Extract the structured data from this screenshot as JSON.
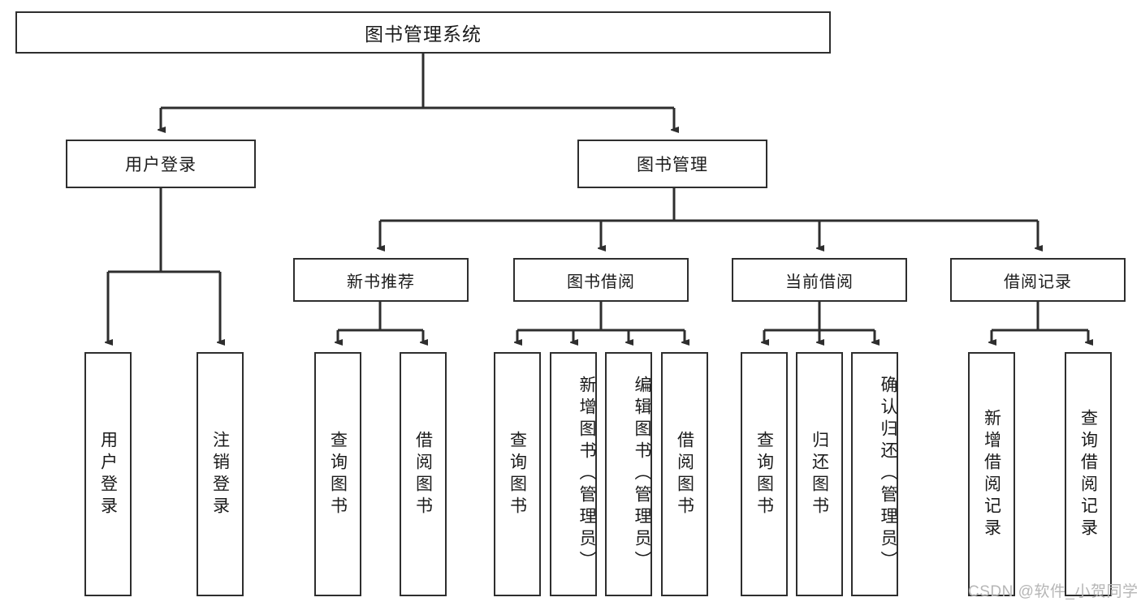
{
  "diagram": {
    "title": "图书管理系统",
    "type": "tree-hierarchy-diagram",
    "style": {
      "box_border_color": "#2e2e2e",
      "box_fill_color": "#ffffff",
      "connector_color": "#2e2e2e",
      "text_color": "#1b1b1b",
      "background": "#ffffff",
      "watermark_color": "#b6b6b6"
    },
    "root": {
      "label": "图书管理系统"
    },
    "level1": [
      {
        "label": "用户登录"
      },
      {
        "label": "图书管理"
      }
    ],
    "level2": [
      {
        "label": "新书推荐"
      },
      {
        "label": "图书借阅"
      },
      {
        "label": "当前借阅"
      },
      {
        "label": "借阅记录"
      }
    ],
    "leaves": {
      "user_login": [
        {
          "label": "用户登录"
        },
        {
          "label": "注销登录"
        }
      ],
      "new_book_recommend": [
        {
          "label": "查询图书"
        },
        {
          "label": "借阅图书"
        }
      ],
      "book_borrow": [
        {
          "label": "查询图书"
        },
        {
          "label": "新增图书（管理员）"
        },
        {
          "label": "编辑图书（管理员）"
        },
        {
          "label": "借阅图书"
        }
      ],
      "current_borrow": [
        {
          "label": "查询图书"
        },
        {
          "label": "归还图书"
        },
        {
          "label": "确认归还（管理员）"
        }
      ],
      "borrow_record": [
        {
          "label": "新增借阅记录"
        },
        {
          "label": "查询借阅记录"
        }
      ]
    },
    "watermark": "CSDN @软件_小贺同学"
  }
}
